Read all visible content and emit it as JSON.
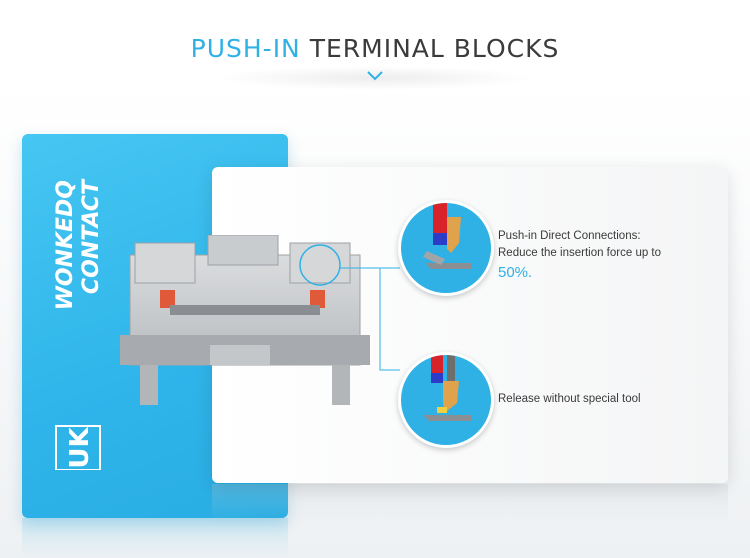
{
  "header": {
    "title_accent": "PUSH-IN",
    "title_main": "TERMINAL BLOCKS"
  },
  "brand": {
    "name_line1": "WONKEDQ",
    "name_line2": "CONTACT",
    "logo_letters": "UK"
  },
  "features": [
    {
      "line1": "Push-in Direct Connections:",
      "line2": "Reduce the insertion force up to",
      "highlight": "50%."
    },
    {
      "line1": "Release without special tool"
    }
  ],
  "colors": {
    "accent": "#2fb1e6",
    "text": "#3b3b3b"
  }
}
